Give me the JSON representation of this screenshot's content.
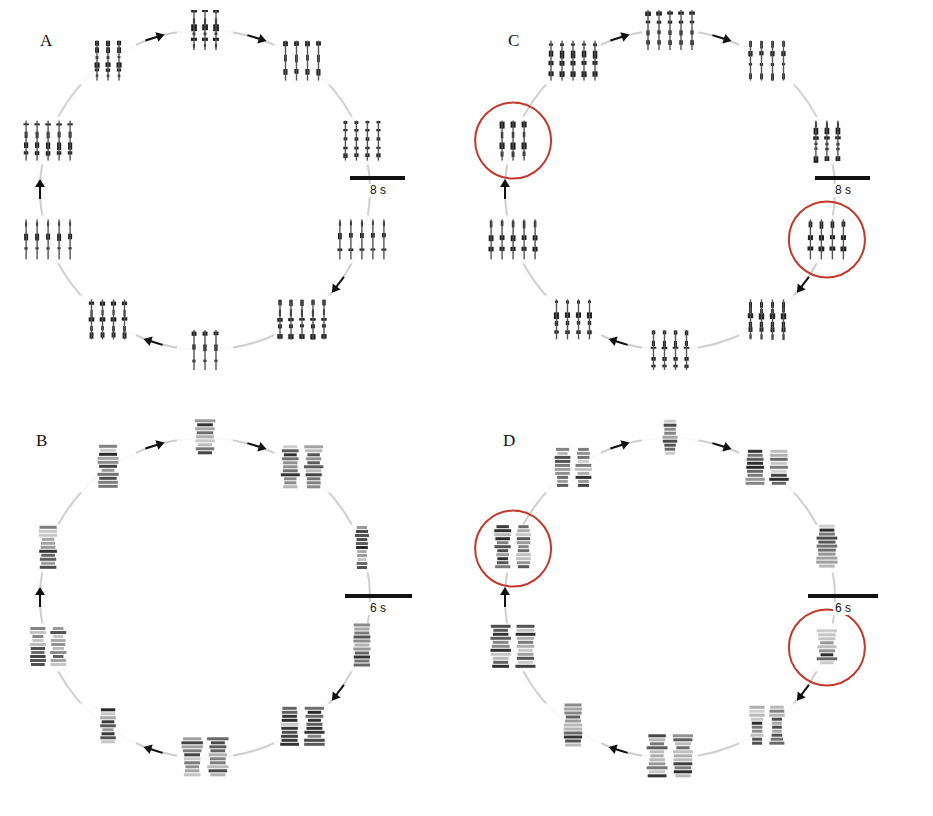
{
  "diagram": {
    "labels": [
      "A",
      "8 s",
      "B",
      "6 s",
      "C",
      "8 s",
      "D",
      "6 s"
    ]
  }
}
